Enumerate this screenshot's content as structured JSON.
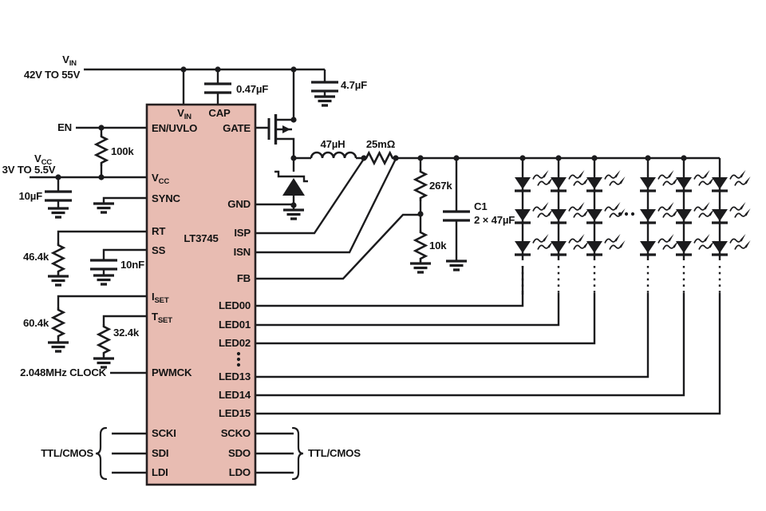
{
  "colors": {
    "ic_fill": "#e8bcb2",
    "ic_border": "#262021",
    "ink": "#1b1b1d"
  },
  "rails": {
    "vin_v": "V",
    "vin_sub": "IN",
    "vin_range": "42V TO 55V",
    "vcc_v": "V",
    "vcc_sub": "CC",
    "vcc_range": "3V TO 5.5V",
    "en": "EN"
  },
  "ic": {
    "part": "LT3745",
    "pins": {
      "vin_v": "V",
      "vin_sub": "IN",
      "cap": "CAP",
      "en_uvlo": "EN/UVLO",
      "gate": "GATE",
      "vcc_v": "V",
      "vcc_sub": "CC",
      "sync": "SYNC",
      "gnd": "GND",
      "rt": "RT",
      "isp": "ISP",
      "ss": "SS",
      "isn": "ISN",
      "fb": "FB",
      "iset_i": "I",
      "iset_sub": "SET",
      "tset_t": "T",
      "tset_sub": "SET",
      "led00": "LED00",
      "led01": "LED01",
      "led02": "LED02",
      "led13": "LED13",
      "led14": "LED14",
      "led15": "LED15",
      "pwmck": "PWMCK",
      "scki": "SCKI",
      "sdi": "SDI",
      "ldi": "LDI",
      "scko": "SCKO",
      "sdo": "SDO",
      "ldo": "LDO"
    }
  },
  "components": {
    "c_cap": "0.47µF",
    "c_in": "4.7µF",
    "c_vcc": "10µF",
    "c_ss": "10nF",
    "r_en": "100k",
    "r_rt": "46.4k",
    "r_iset": "60.4k",
    "r_tset": "32.4k",
    "l1": "47µH",
    "r_sense": "25mΩ",
    "r_fb_top": "267k",
    "r_fb_bot": "10k",
    "c1_name": "C1",
    "c1_value": "2 × 47µF"
  },
  "signals": {
    "clock": "2.048MHz CLOCK",
    "ttl_cmos_left": "TTL/CMOS",
    "ttl_cmos_right": "TTL/CMOS"
  }
}
